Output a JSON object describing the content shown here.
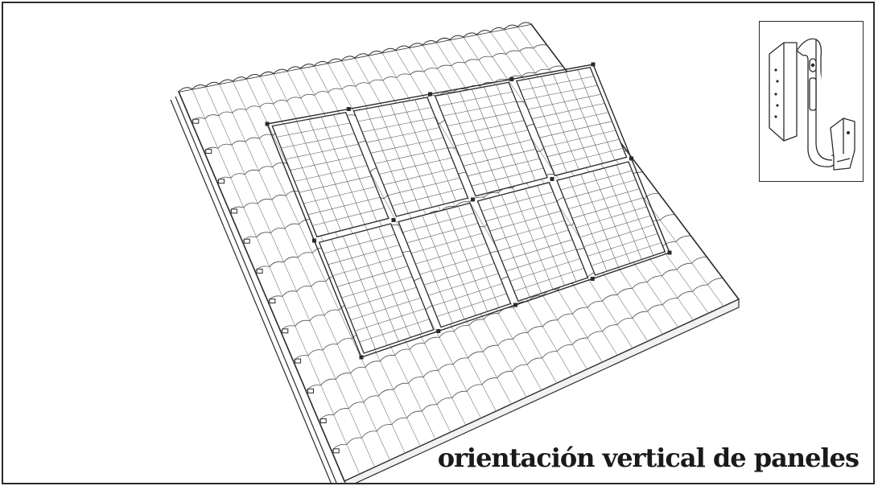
{
  "caption": "orientación vertical de paneles",
  "roof": {
    "tile_rows": 13,
    "tile_columns": 26
  },
  "panels": {
    "rows": 2,
    "columns": 4,
    "orientation": "vertical"
  },
  "inset": {
    "icon": "roof-hook-bracket-icon"
  }
}
